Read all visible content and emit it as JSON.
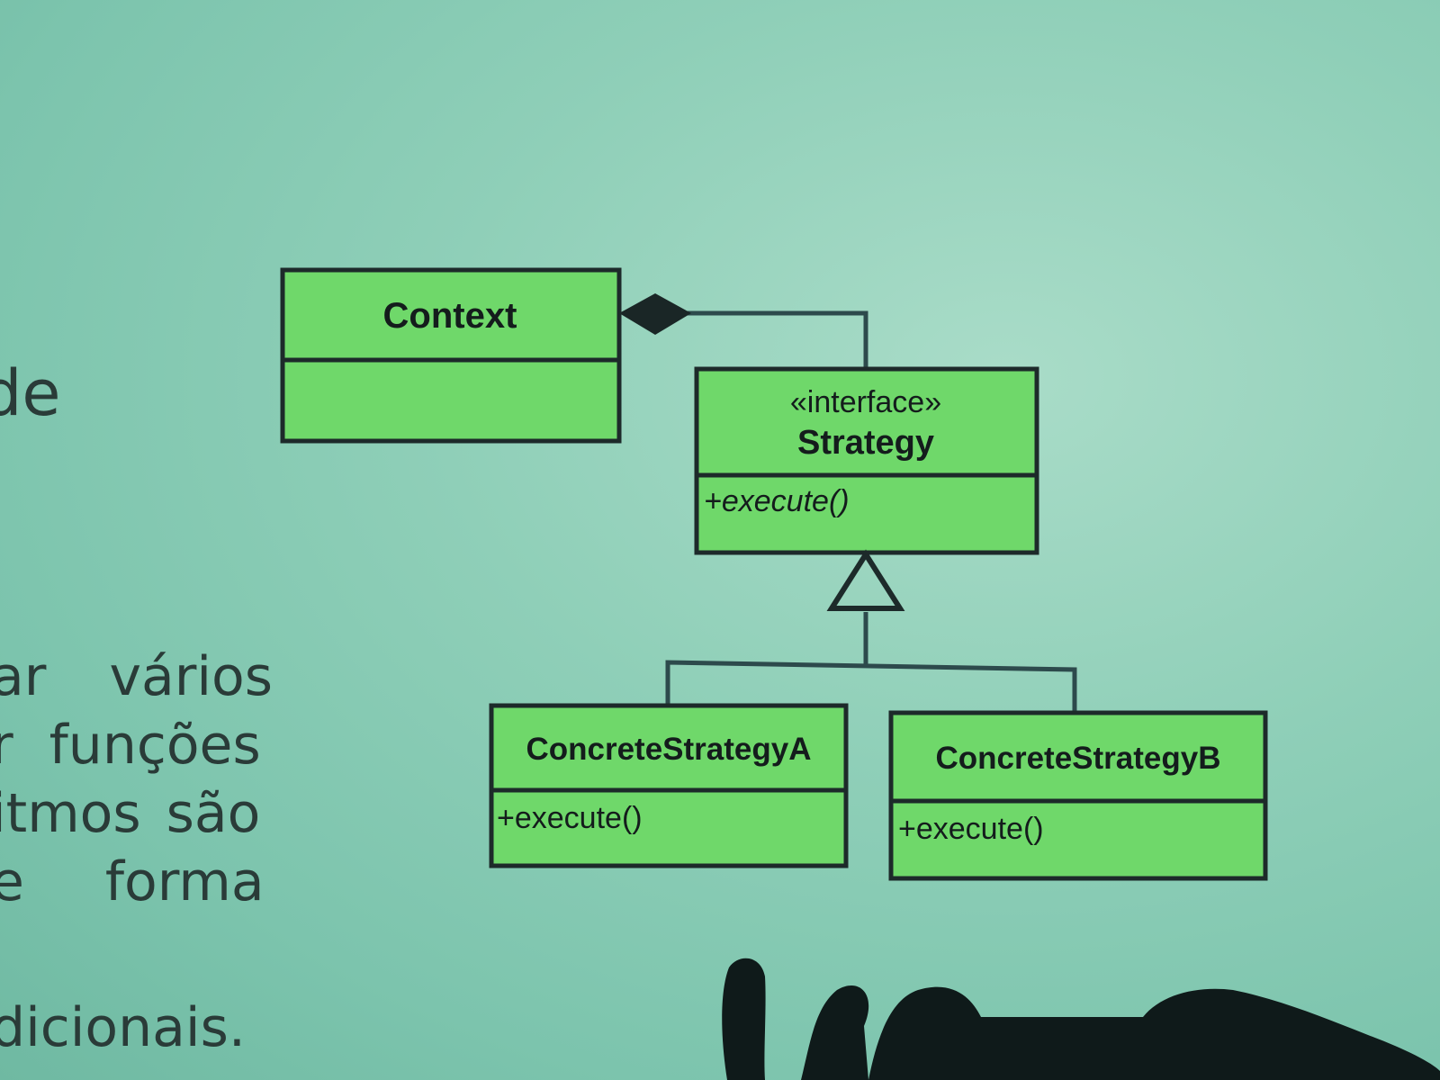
{
  "slide_text": {
    "line_de": "de",
    "line1_a": "ar",
    "line1_b": "vários",
    "line2_a": "r",
    "line2_b": "funções",
    "line3_a": "itmos",
    "line3_b": "são",
    "line4_a": "e",
    "line4_b": "forma",
    "line5": "dicionais."
  },
  "diagram": {
    "context": {
      "name": "Context"
    },
    "strategy": {
      "stereotype": "«interface»",
      "name": "Strategy",
      "operation": "+execute()"
    },
    "concrete_a": {
      "name": "ConcreteStrategyA",
      "operation": "+execute()"
    },
    "concrete_b": {
      "name": "ConcreteStrategyB",
      "operation": "+execute()"
    }
  },
  "colors": {
    "class_fill": "#6fd86a",
    "border": "#1d2a2a",
    "background": "#8fcfb8"
  }
}
